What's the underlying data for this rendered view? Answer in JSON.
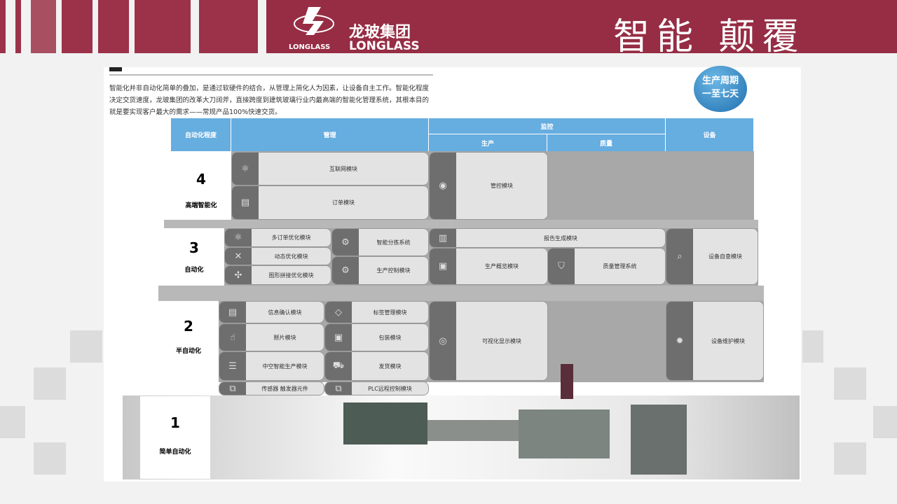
{
  "header": {
    "logo_cn": "龙玻集团",
    "logo_en": "LONGLASS",
    "slogan": "智能 颠覆"
  },
  "intro": "智能化并非自动化简单的叠加，是通过软硬件的结合，从管理上简化人为因素，让设备自主工作。智能化程度决定交货速度，龙玻集团的改革大刀阔斧，直接跨度到建筑玻璃行业内最高端的智能化管理系统，其根本目的就是要实现客户最大的需求——常规产品100%快速交货。",
  "badge": {
    "line1": "生产周期",
    "line2": "一至七天"
  },
  "table": {
    "col_level": "自动化程度",
    "col_manage": "管理",
    "col_monitor": "监控",
    "col_production": "生产",
    "col_quality": "质量",
    "col_device": "设备"
  },
  "levels": [
    {
      "num": "4",
      "name": "高端智能化"
    },
    {
      "num": "3",
      "name": "自动化"
    },
    {
      "num": "2",
      "name": "半自动化"
    },
    {
      "num": "1",
      "name": "简单自动化"
    }
  ],
  "modules": {
    "internet": "互联网模块",
    "order": "订单模块",
    "control": "管控模块",
    "multi_order": "多订单优化模块",
    "dynamic": "动态优化模块",
    "graphic": "图形拼接优化模块",
    "sorting": "智能分拣系统",
    "prod_control": "生产控制模块",
    "report": "报告生成模块",
    "overview": "生产概览模块",
    "quality_sys": "质量管理系统",
    "self_check": "设备自查模块",
    "info_confirm": "信息确认模块",
    "label": "标签管理模块",
    "sheet": "掰片模块",
    "pack": "包装模块",
    "insulating": "中空智能生产模块",
    "ship": "发货模块",
    "visual": "可视化显示模块",
    "maintain": "设备维护模块",
    "sensor": "传感器 触发器元件",
    "plc": "PLC远程控制模块"
  }
}
